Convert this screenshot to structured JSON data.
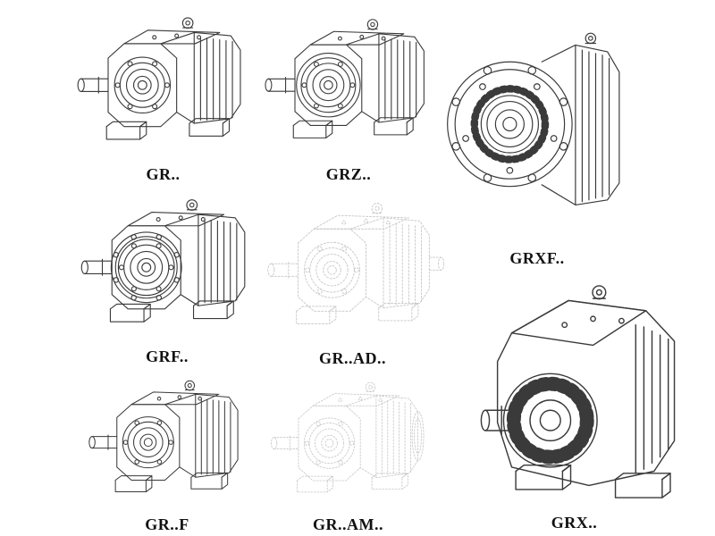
{
  "page": {
    "background": "#ffffff",
    "colors": {
      "line": "#3a3a3a",
      "ghost_line": "#c6c6c6",
      "label_text": "#111111"
    }
  },
  "models": [
    {
      "id": "gr",
      "label": "GR..",
      "ghost": false
    },
    {
      "id": "grz",
      "label": "GRZ..",
      "ghost": false
    },
    {
      "id": "grxf",
      "label": "GRXF..",
      "ghost": false
    },
    {
      "id": "grf",
      "label": "GRF..",
      "ghost": false
    },
    {
      "id": "grad",
      "label": "GR..AD..",
      "ghost": true
    },
    {
      "id": "grf2",
      "label": "GR..F",
      "ghost": false
    },
    {
      "id": "gram",
      "label": "GR..AM..",
      "ghost": true
    },
    {
      "id": "grx",
      "label": "GRX..",
      "ghost": false
    }
  ]
}
